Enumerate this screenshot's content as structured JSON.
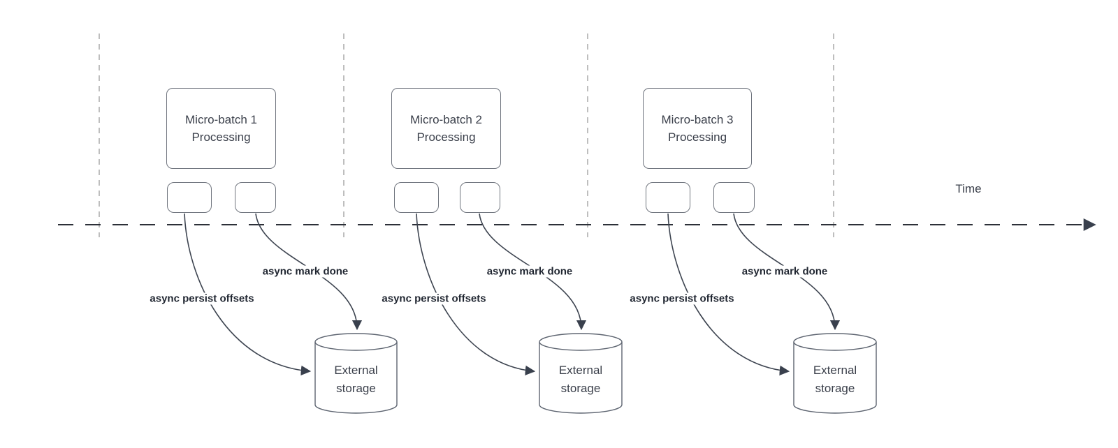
{
  "diagram": {
    "time_label": "Time",
    "sections": [
      {
        "title": "Micro-batch 1\nProcessing",
        "persist_label": "async persist offsets",
        "done_label": "async mark done",
        "storage_label": "External\nstorage"
      },
      {
        "title": "Micro-batch 2\nProcessing",
        "persist_label": "async persist offsets",
        "done_label": "async mark done",
        "storage_label": "External\nstorage"
      },
      {
        "title": "Micro-batch 3\nProcessing",
        "persist_label": "async persist offsets",
        "done_label": "async mark done",
        "storage_label": "External\nstorage"
      }
    ],
    "colors": {
      "arrow_line": "#3d4450",
      "arrowhead": "#39404d",
      "timeline": "#2c3038",
      "guide_line": "#a8a8a8",
      "box_border": "#6e737d",
      "box_text": "#3a3f4a",
      "label_text": "#1f2530",
      "background": "#ffffff"
    }
  }
}
